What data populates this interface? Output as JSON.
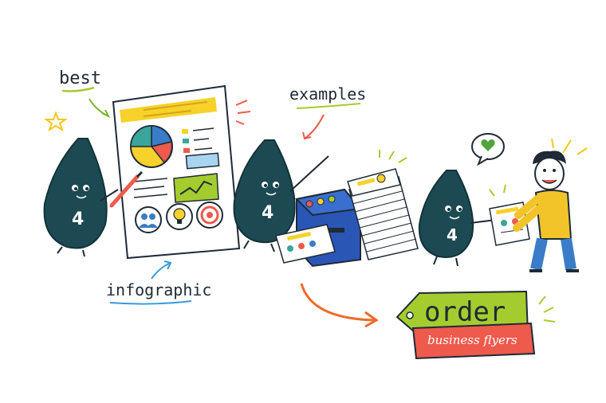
{
  "labels": {
    "best": "best",
    "examples": "examples",
    "infographic": "infographic",
    "order": "order",
    "business_flyers": "business flyers"
  },
  "mascot_number": "4",
  "icons": [
    "star-icon",
    "pie-chart-icon",
    "line-chart-icon",
    "people-icon",
    "lightbulb-icon",
    "target-icon",
    "heart-icon",
    "printer-icon"
  ],
  "colors": {
    "mascot": "#1d4a52",
    "accent_yellow": "#f6d22a",
    "tag_green": "#a5cc2f",
    "ribbon_red": "#ee5a4c",
    "arrow_orange": "#ef6a2a",
    "printer_blue": "#2a56b6",
    "person_shirt": "#f3c42a",
    "person_pants": "#3a7cc8"
  }
}
